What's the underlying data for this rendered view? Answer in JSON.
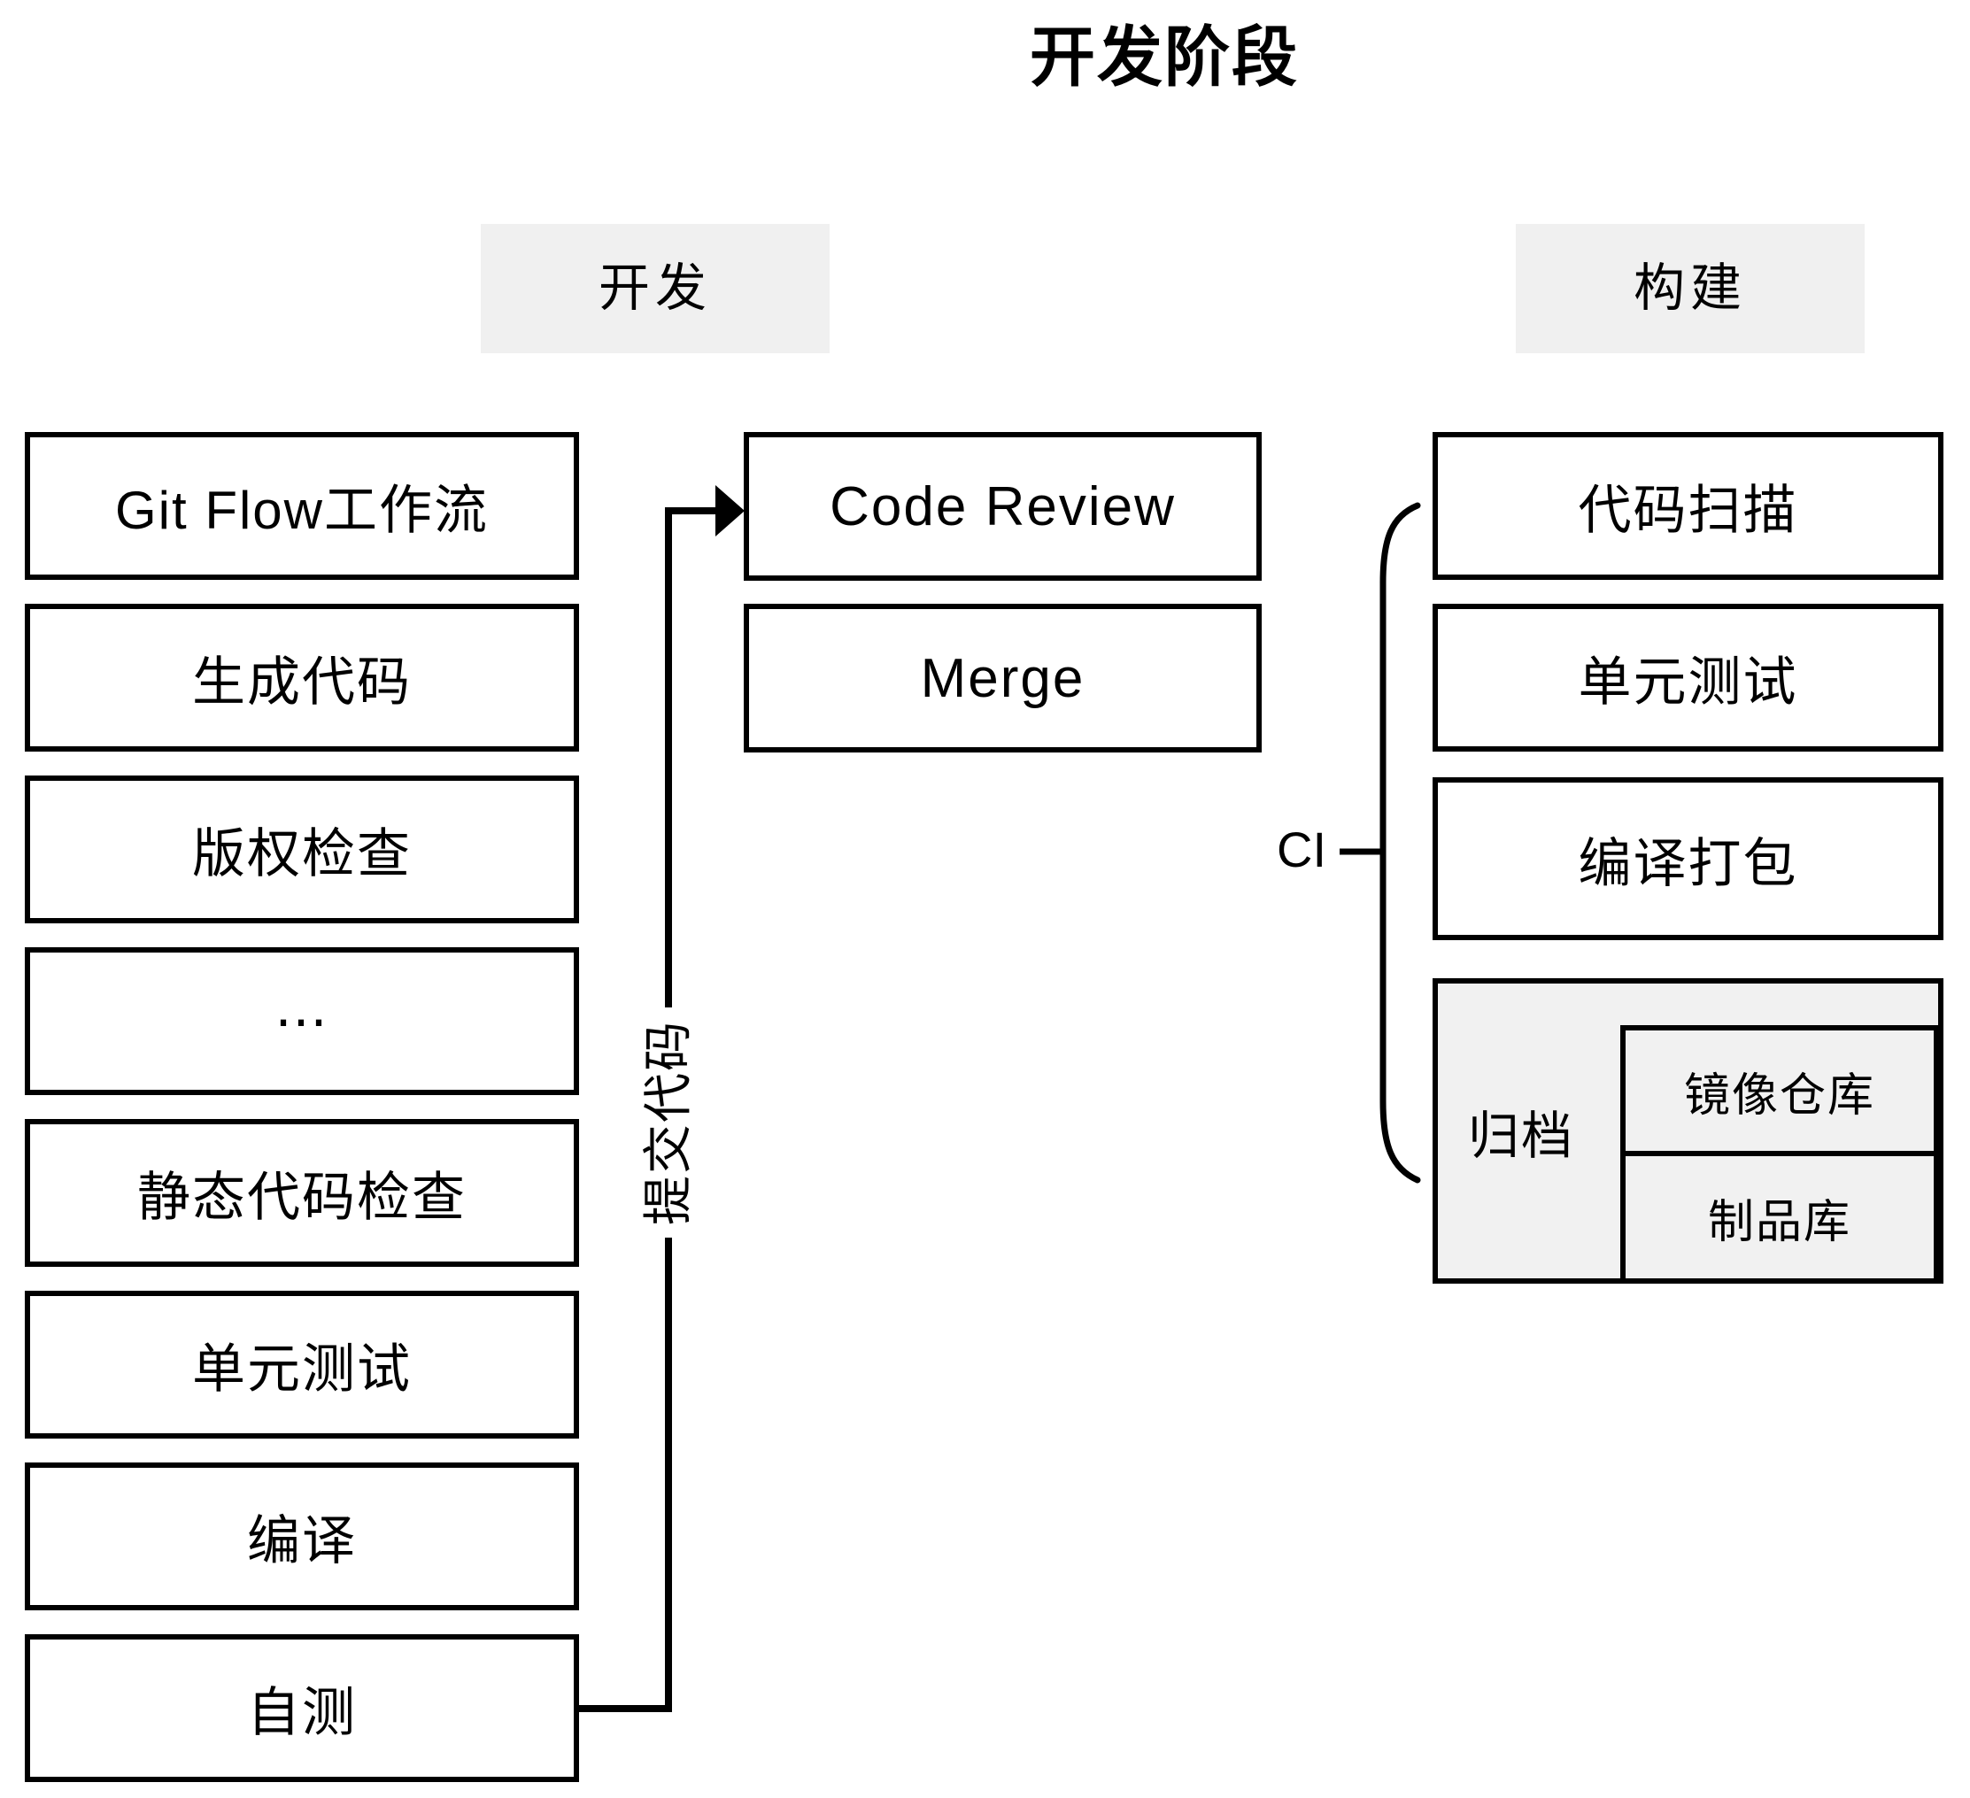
{
  "title": "开发阶段",
  "sections": {
    "dev": {
      "label": "开发"
    },
    "build": {
      "label": "构建"
    }
  },
  "dev_steps": [
    "Git Flow工作流",
    "生成代码",
    "版权检查",
    "⋯",
    "静态代码检查",
    "单元测试",
    "编译",
    "自测"
  ],
  "review_steps": [
    "Code Review",
    "Merge"
  ],
  "build_steps": [
    "代码扫描",
    "单元测试",
    "编译打包"
  ],
  "archive": {
    "label": "归档",
    "items": [
      "镜像仓库",
      "制品库"
    ]
  },
  "arrow_label": "提交代码",
  "brace_label": "CI",
  "colors": {
    "border": "#000000",
    "header_bg": "#f0f0f0",
    "archive_bg": "#f1f1f1"
  }
}
